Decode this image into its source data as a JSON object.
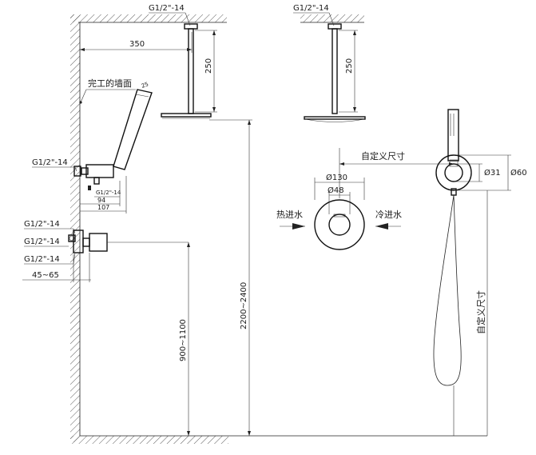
{
  "labels": {
    "g12_top_left": "G1/2\"-14",
    "g12_top_right": "G1/2\"-14",
    "dim_350": "350",
    "dim_250_left": "250",
    "dim_250_right": "250",
    "finished_wall": "完工的墙面",
    "hand_25": "25",
    "g12_arm": "G1/2\"-14",
    "g12_arm_small": "G1/2\"-14",
    "dim_94": "94",
    "dim_107": "107",
    "g12_valve_1": "G1/2\"-14",
    "g12_valve_2": "G1/2\"-14",
    "g12_valve_3": "G1/2\"-14",
    "dim_45_65": "45~65",
    "dim_900_1100": "900~1100",
    "dim_2200_2400": "2200~2400",
    "custom_size_top": "自定义尺寸",
    "custom_size_side": "自定义尺寸",
    "dia_130": "Ø130",
    "dia_48": "Ø48",
    "hot_water": "热进水",
    "cold_water": "冷进水",
    "dia_31": "Ø31",
    "dia_60": "Ø60"
  }
}
